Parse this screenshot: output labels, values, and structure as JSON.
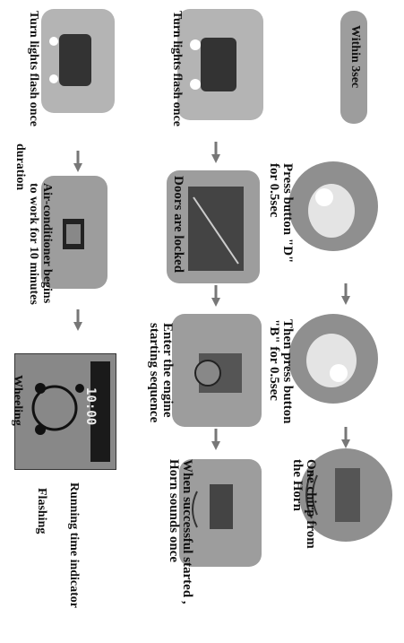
{
  "header": {
    "within_label": "Within 3sec"
  },
  "row1": {
    "step1": {
      "line1": "Press button \"D\"",
      "line2": "for 0.5sec"
    },
    "step2": {
      "line1": "Then press button",
      "line2": "\"B\" for 0.5sec"
    },
    "step3": {
      "line1": "One chirp from",
      "line2": "the Horn"
    }
  },
  "row2": {
    "step1": {
      "line1": "Turn lights flash once"
    },
    "step2": {
      "line1": "Doors are locked"
    },
    "step3": {
      "line1": "Enter the engine",
      "line2": "starting sequence"
    },
    "step4": {
      "line1": "When successful started ,",
      "line2": "Horn sounds once"
    }
  },
  "row3": {
    "step1": {
      "line1": "Turn lights flash once",
      "line2": "duration"
    },
    "step2": {
      "line1": "Air-conditioner begins",
      "line2": "to work for 10 minutes"
    },
    "labels": {
      "running_time": "Running time indicator",
      "flashing": "Flashing",
      "wheeling": "Wheeling"
    }
  },
  "lcd": {
    "time": "10:00"
  }
}
